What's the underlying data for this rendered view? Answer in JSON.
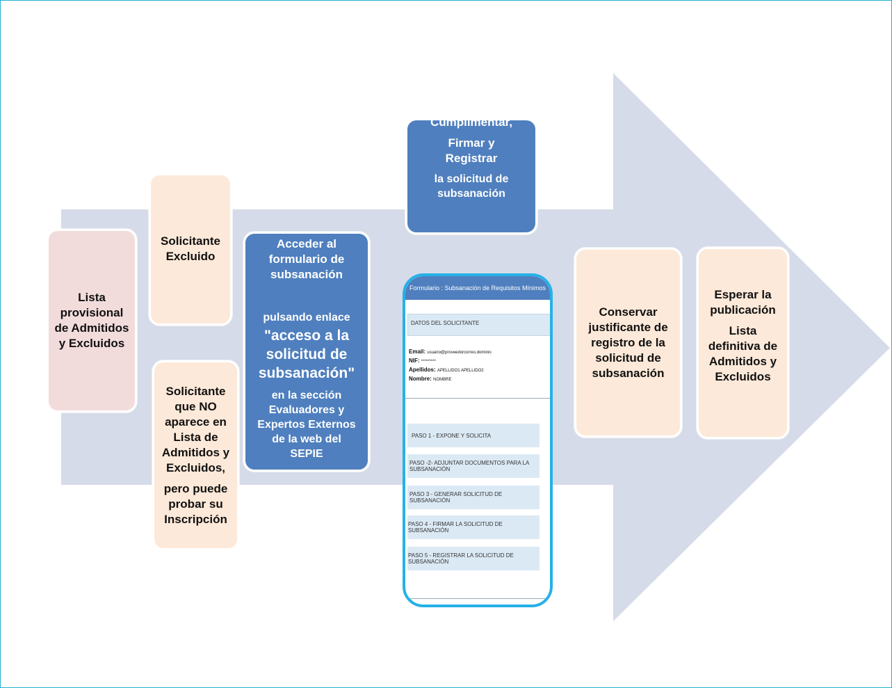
{
  "colors": {
    "arrow": "#d5dbe8",
    "pink": "#f2dcdb",
    "peach": "#fde9d9",
    "blue": "#4f7fbe",
    "phone_border": "#26b1e8"
  },
  "steps": {
    "lista_provisional": "Lista provisional de Admitidos y Excluidos",
    "solicitante_excluido": "Solicitante Excluido",
    "solicitante_no_aparece": "Solicitante que NO aparece en Lista de Admitidos y Excluidos,",
    "solicitante_no_aparece_2": "pero puede probar su Inscripción",
    "acceder_1": "Acceder al formulario de subsanación",
    "acceder_2": "pulsando enlace",
    "acceder_link": "\"acceso a la solicitud de subsanación\"",
    "acceder_3": "en la sección Evaluadores y Expertos Externos de  la web del SEPIE",
    "cumplimentar_1": "Cumplimentar,",
    "cumplimentar_2": "Firmar y Registrar",
    "cumplimentar_3": "la solicitud de subsanación",
    "conservar": "Conservar justificante de registro de la solicitud de subsanación",
    "esperar_1": "Esperar la publicación",
    "esperar_2": "Lista definitiva de Admitidos y Excluidos"
  },
  "form": {
    "header": "Formulario : Subsanación de Requisitos Mínimos",
    "section": "DATOS DEL SOLICITANTE",
    "email_label": "Email:",
    "email_value": "usuario@proveedorcorreo.dominio",
    "nif_label": "NIF:",
    "nif_value": "*********",
    "apellidos_label": "Apellidos:",
    "apellidos_value": "APELLIDO1 APELLIDO2",
    "nombre_label": "Nombre:",
    "nombre_value": "NOMBRE",
    "pasos": [
      "PASO 1 - EXPONE Y SOLICITA",
      "PASO -2- ADJUNTAR DOCUMENTOS PARA LA SUBSANACIÓN",
      "PASO 3 - GENERAR SOLICITUD DE SUBSANACIÓN",
      "PASO 4 - FIRMAR LA SOLICITUD DE SUBSANACIÓN",
      "PASO 5 - REGISTRAR LA SOLICITUD DE SUBSANACIÓN"
    ]
  }
}
